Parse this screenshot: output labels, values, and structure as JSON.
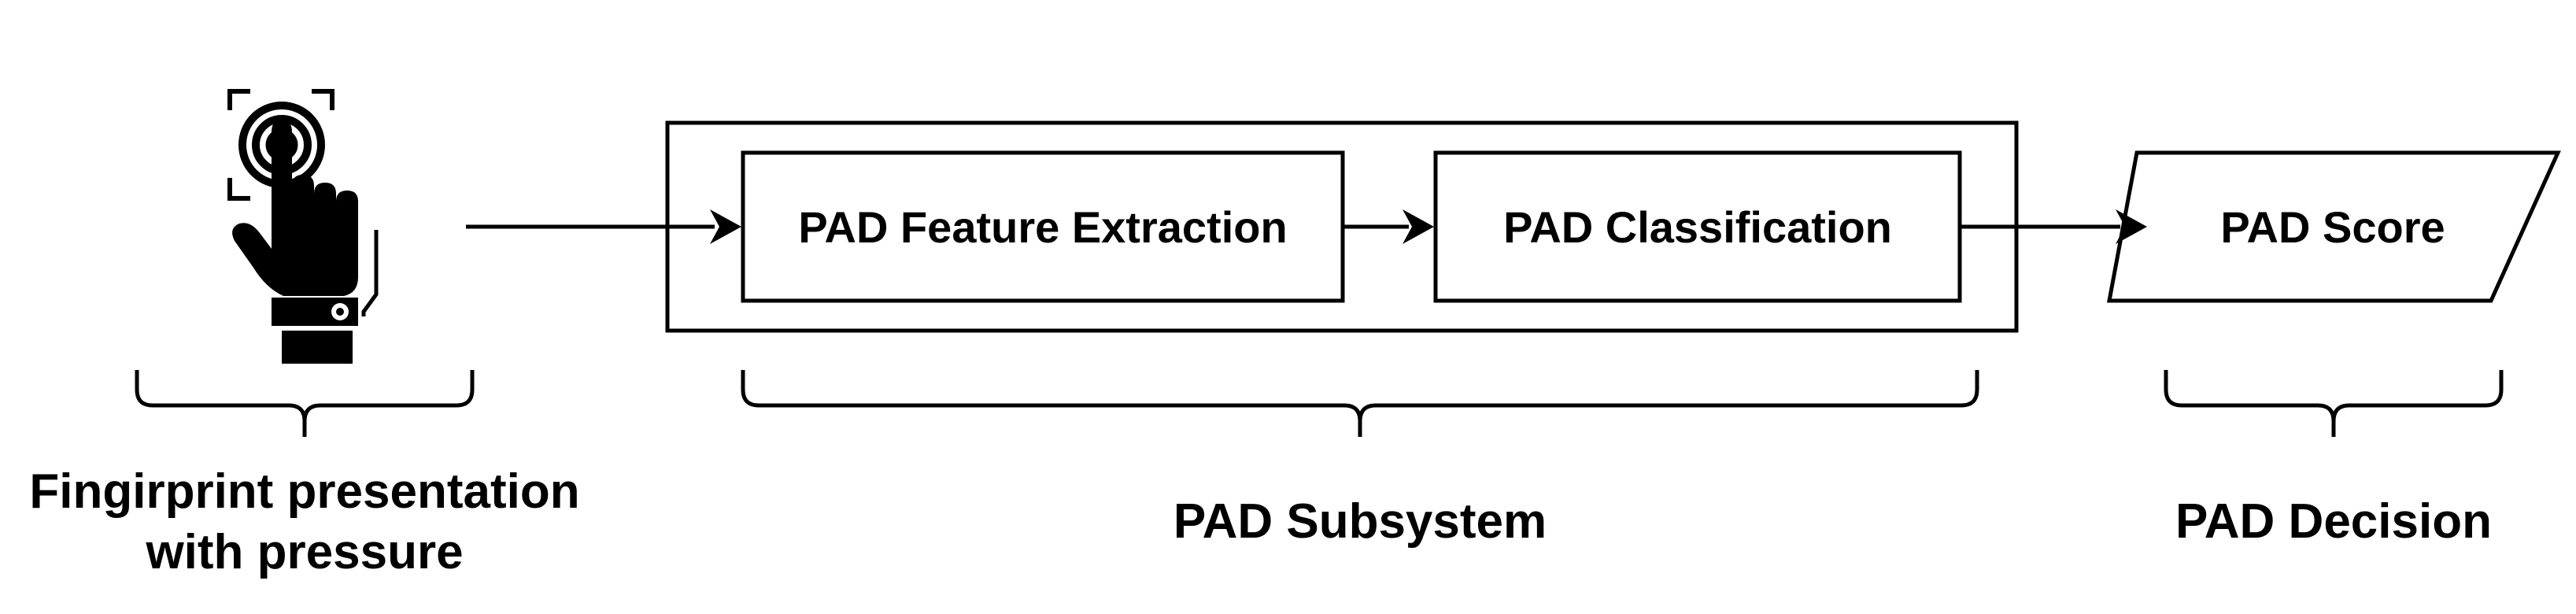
{
  "input": {
    "icon": "fingerprint-press-icon",
    "caption_line1": "Fingirprint presentation",
    "caption_line2": "with pressure"
  },
  "subsystem": {
    "feature_extraction_label": "PAD Feature Extraction",
    "classification_label": "PAD Classification",
    "caption": "PAD Subsystem"
  },
  "decision": {
    "score_label": "PAD Score",
    "caption": "PAD Decision"
  },
  "colors": {
    "stroke": "#000000",
    "background": "#ffffff"
  }
}
